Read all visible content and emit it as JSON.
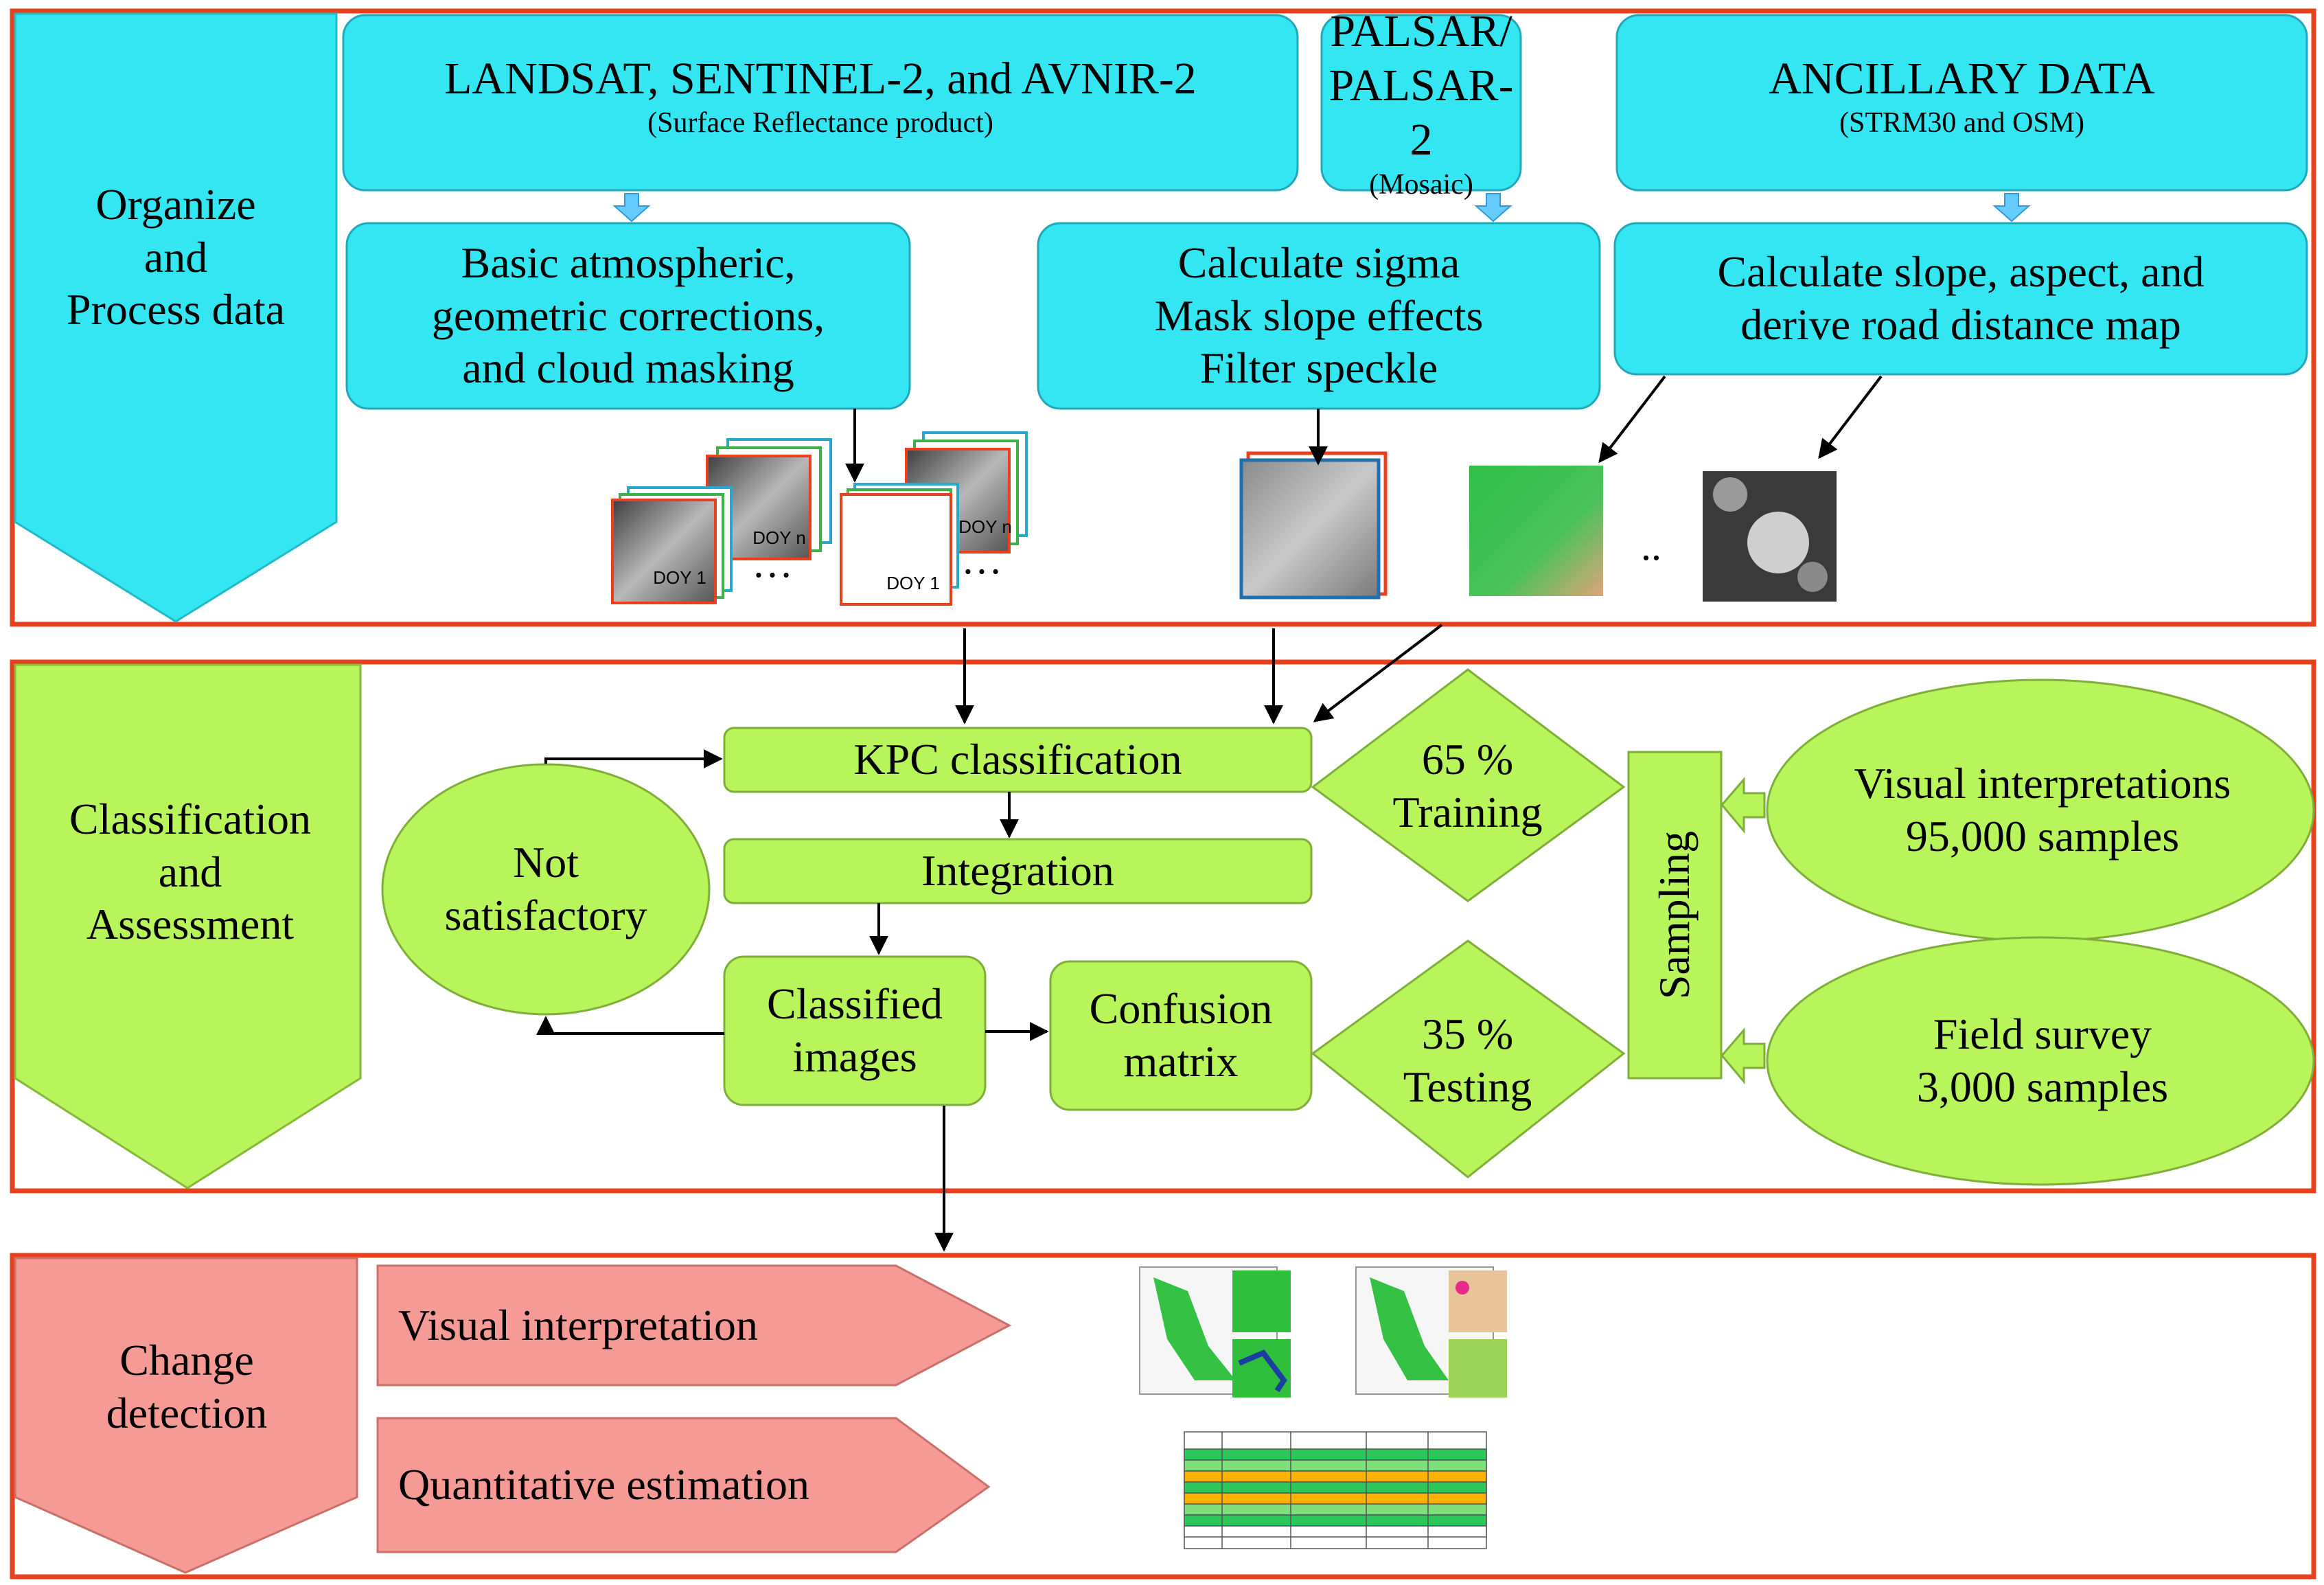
{
  "colors": {
    "frame": "#e8401c",
    "cyan": "#33e6f2",
    "green": "#b7f55a",
    "pink": "#f59a94",
    "arrow": "#000000",
    "light_arrow": "#66ccff"
  },
  "organize": {
    "phase_label": [
      "Organize",
      "and",
      "Process data"
    ],
    "landsat": {
      "title": "LANDSAT, SENTINEL-2, and AVNIR-2",
      "subtitle": "(Surface Reflectance product)"
    },
    "palsar": {
      "title": [
        "PALSAR/",
        "PALSAR-2"
      ],
      "subtitle": "(Mosaic)"
    },
    "ancillary": {
      "title": "ANCILLARY DATA",
      "subtitle": "(STRM30 and OSM)"
    },
    "step_optical": [
      "Basic atmospheric,",
      "geometric corrections,",
      "and cloud masking"
    ],
    "step_sar": [
      "Calculate sigma",
      "Mask slope effects",
      "Filter speckle"
    ],
    "step_ancillary": [
      "Calculate slope, aspect, and",
      "derive road distance map"
    ],
    "thumb_labels": {
      "doy_1": "DOY 1",
      "doy_n": "DOY n",
      "ellipsis": "…",
      "dots": ".."
    }
  },
  "classification": {
    "phase_label": [
      "Classification",
      "and",
      "Assessment"
    ],
    "kpc": "KPC classification",
    "integration": "Integration",
    "classified": [
      "Classified",
      "images"
    ],
    "confusion": [
      "Confusion",
      "matrix"
    ],
    "not_satisfactory": [
      "Not",
      "satisfactory"
    ],
    "training": [
      "65 %",
      "Training"
    ],
    "testing": [
      "35 %",
      "Testing"
    ],
    "sampling": "Sampling",
    "visual_samples": [
      "Visual interpretations",
      "95,000 samples"
    ],
    "field_samples": [
      "Field survey",
      "3,000 samples"
    ]
  },
  "change": {
    "phase_label": [
      "Change",
      "detection"
    ],
    "visual": "Visual interpretation",
    "quantitative": "Quantitative estimation"
  }
}
